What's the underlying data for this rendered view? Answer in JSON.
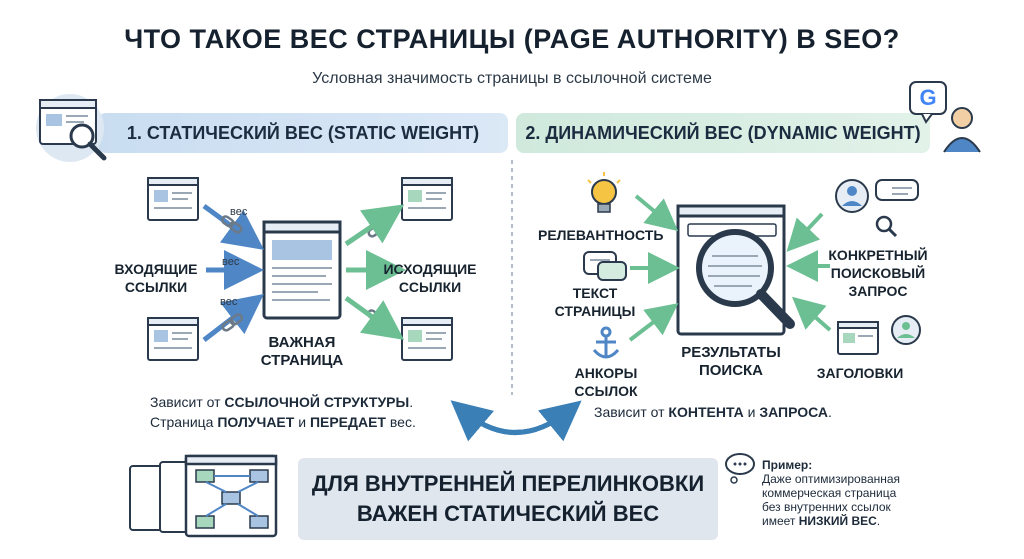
{
  "header": {
    "title": "ЧТО ТАКОЕ ВЕС СТРАНИЦЫ (PAGE AUTHORITY) В SEO?",
    "subtitle": "Условная значимость страницы в ссылочной системе"
  },
  "static_section": {
    "banner": "1. СТАТИЧЕСКИЙ ВЕС (STATIC WEIGHT)",
    "incoming_line1": "ВХОДЯЩИЕ",
    "incoming_line2": "ССЫЛКИ",
    "outgoing_line1": "ИСХОДЯЩИЕ",
    "outgoing_line2": "ССЫЛКИ",
    "weight_label": "вес",
    "important_line1": "ВАЖНАЯ",
    "important_line2": "СТРАНИЦА",
    "desc_part1": "Зависит от ",
    "desc_bold1": "ССЫЛОЧНОЙ СТРУКТУРЫ",
    "desc_part2": ".",
    "desc_line2_part1": "Страница ",
    "desc_bold2": "ПОЛУЧАЕТ",
    "desc_line2_part2": " и ",
    "desc_bold3": "ПЕРЕДАЕТ",
    "desc_line2_part3": " вес."
  },
  "dynamic_section": {
    "banner": "2. ДИНАМИЧЕСКИЙ ВЕС (DYNAMIC WEIGHT)",
    "relevance": "РЕЛЕВАНТНОСТЬ",
    "text_line1": "ТЕКСТ",
    "text_line2": "СТРАНИЦЫ",
    "anchors": "АНКОРЫ ССЫЛОК",
    "query_line1": "КОНКРЕТНЫЙ",
    "query_line2": "ПОИСКОВЫЙ",
    "query_line3": "ЗАПРОС",
    "headings": "ЗАГОЛОВКИ",
    "results_line1": "РЕЗУЛЬТАТЫ",
    "results_line2": "ПОИСКА",
    "desc_part1": "Зависит от ",
    "desc_bold1": "КОНТЕНТА",
    "desc_part2": " и ",
    "desc_bold2": "ЗАПРОСА",
    "desc_part3": "."
  },
  "conclusion": {
    "line1": "ДЛЯ ВНУТРЕННЕЙ ПЕРЕЛИНКОВКИ",
    "line2": "ВАЖЕН СТАТИЧЕСКИЙ ВЕС"
  },
  "example": {
    "heading": "Пример:",
    "line1": "Даже оптимизированная",
    "line2": "коммерческая страница",
    "line3": "без внутренних ссылок",
    "line4_part1": "имеет ",
    "line4_bold": "НИЗКИЙ ВЕС",
    "line4_part2": "."
  },
  "icons": {
    "google_badge": "G"
  },
  "colors": {
    "blue_accent": "#4f86c6",
    "green_accent": "#6cbf93",
    "page_border": "#2a3a4c",
    "blue_band": "#c9ddf1",
    "green_band": "#cfe9dc"
  }
}
